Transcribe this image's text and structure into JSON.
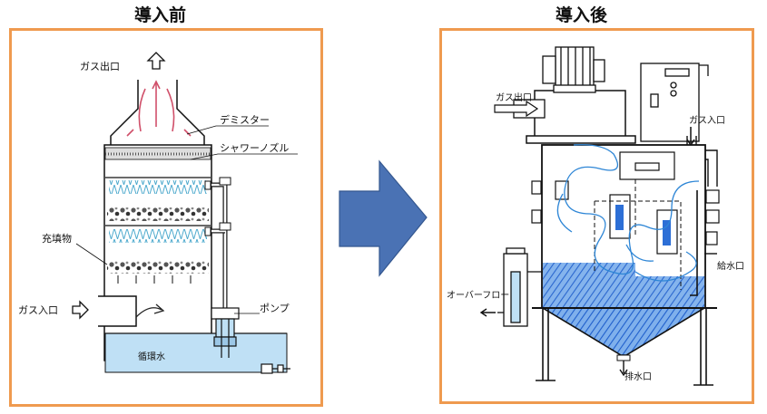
{
  "titles": {
    "before": "導入前",
    "after": "導入後"
  },
  "before_labels": {
    "gas_outlet": "ガス出口",
    "demister": "デミスター",
    "shower_nozzle": "シャワーノズル",
    "packing": "充填物",
    "gas_inlet": "ガス入口",
    "pump": "ポンプ",
    "circulating_water": "循環水"
  },
  "after_labels": {
    "gas_outlet": "ガス出口",
    "gas_inlet": "ガス入口",
    "water_supply": "給水口",
    "overflow": "オーバーフロー",
    "drain": "排水口"
  },
  "colors": {
    "panel_border": "#ef9a4f",
    "arrow": "#4a72b4",
    "water": "#bfe0f5",
    "water_hatch": "#2d6fd6",
    "flow_red": "#d0506a"
  }
}
